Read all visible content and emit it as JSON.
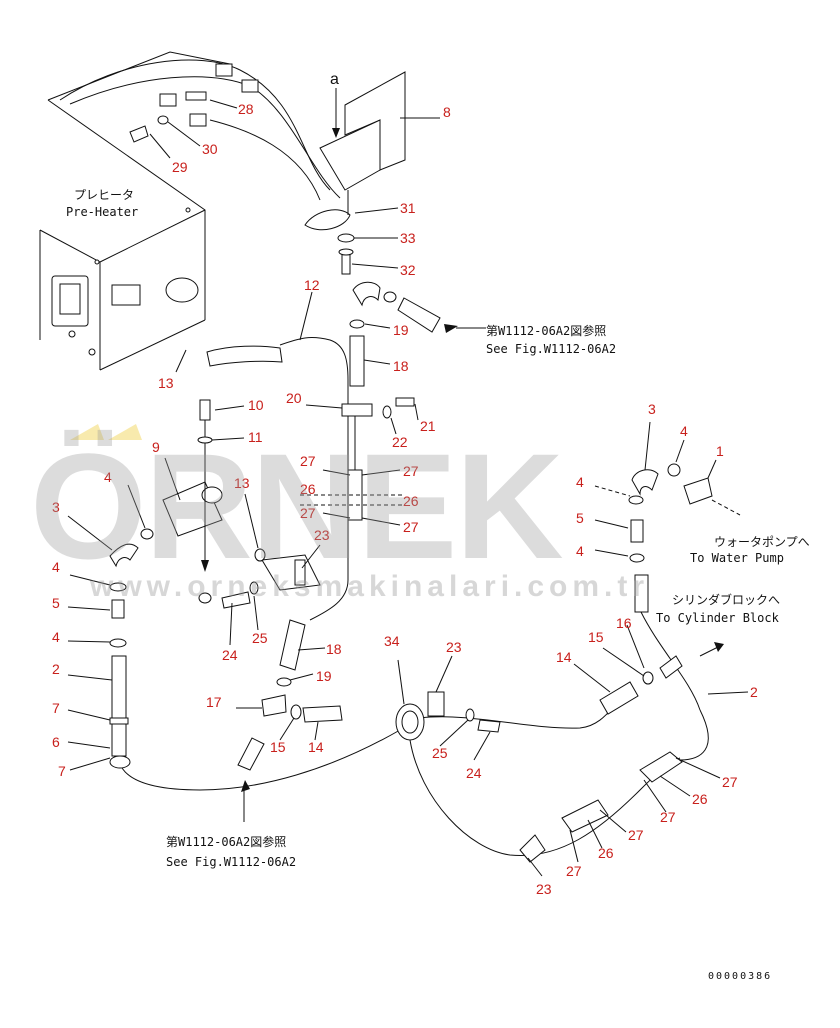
{
  "watermark": {
    "brand": "ÖRNEK",
    "url": "www.orneksmakinalari.com.tr"
  },
  "drawing_code": "00000386",
  "view_label": "a",
  "notes": {
    "preheater_jp": "プレヒータ",
    "preheater_en": "Pre-Heater",
    "see_fig_top_jp": "第W1112-06A2図参照",
    "see_fig_top_en": "See Fig.W1112-06A2",
    "see_fig_bottom_jp": "第W1112-06A2図参照",
    "see_fig_bottom_en": "See Fig.W1112-06A2",
    "water_pump_jp": "ウォータポンプへ",
    "water_pump_en": "To Water Pump",
    "cyl_block_jp": "シリンダブロックへ",
    "cyl_block_en": "To Cylinder Block"
  },
  "callouts": [
    {
      "id": "c28",
      "text": "28"
    },
    {
      "id": "c30",
      "text": "30"
    },
    {
      "id": "c29",
      "text": "29"
    },
    {
      "id": "c8",
      "text": "8"
    },
    {
      "id": "c31",
      "text": "31"
    },
    {
      "id": "c33",
      "text": "33"
    },
    {
      "id": "c32",
      "text": "32"
    },
    {
      "id": "c12",
      "text": "12"
    },
    {
      "id": "c19a",
      "text": "19"
    },
    {
      "id": "c18a",
      "text": "18"
    },
    {
      "id": "c13a",
      "text": "13"
    },
    {
      "id": "c20",
      "text": "20"
    },
    {
      "id": "c21",
      "text": "21"
    },
    {
      "id": "c22",
      "text": "22"
    },
    {
      "id": "c10",
      "text": "10"
    },
    {
      "id": "c11",
      "text": "11"
    },
    {
      "id": "c9",
      "text": "9"
    },
    {
      "id": "c3a",
      "text": "3"
    },
    {
      "id": "c4a",
      "text": "4"
    },
    {
      "id": "c1",
      "text": "1"
    },
    {
      "id": "c27a",
      "text": "27"
    },
    {
      "id": "c27b",
      "text": "27"
    },
    {
      "id": "c26a",
      "text": "26"
    },
    {
      "id": "c26b",
      "text": "26"
    },
    {
      "id": "c27c",
      "text": "27"
    },
    {
      "id": "c27d",
      "text": "27"
    },
    {
      "id": "c4b",
      "text": "4"
    },
    {
      "id": "c13b",
      "text": "13"
    },
    {
      "id": "c3b",
      "text": "3"
    },
    {
      "id": "c4c",
      "text": "4"
    },
    {
      "id": "c5a",
      "text": "5"
    },
    {
      "id": "c4d",
      "text": "4"
    },
    {
      "id": "c23a",
      "text": "23"
    },
    {
      "id": "c4e",
      "text": "4"
    },
    {
      "id": "c5b",
      "text": "5"
    },
    {
      "id": "c4f",
      "text": "4"
    },
    {
      "id": "c2a",
      "text": "2"
    },
    {
      "id": "c24a",
      "text": "24"
    },
    {
      "id": "c25a",
      "text": "25"
    },
    {
      "id": "c18b",
      "text": "18"
    },
    {
      "id": "c19b",
      "text": "19"
    },
    {
      "id": "c34",
      "text": "34"
    },
    {
      "id": "c23b",
      "text": "23"
    },
    {
      "id": "c16",
      "text": "16"
    },
    {
      "id": "c15a",
      "text": "15"
    },
    {
      "id": "c14a",
      "text": "14"
    },
    {
      "id": "c2b",
      "text": "2"
    },
    {
      "id": "c17",
      "text": "17"
    },
    {
      "id": "c15b",
      "text": "15"
    },
    {
      "id": "c14b",
      "text": "14"
    },
    {
      "id": "c25b",
      "text": "25"
    },
    {
      "id": "c24b",
      "text": "24"
    },
    {
      "id": "c7a",
      "text": "7"
    },
    {
      "id": "c6",
      "text": "6"
    },
    {
      "id": "c7b",
      "text": "7"
    },
    {
      "id": "c27e",
      "text": "27"
    },
    {
      "id": "c26c",
      "text": "26"
    },
    {
      "id": "c27f",
      "text": "27"
    },
    {
      "id": "c27g",
      "text": "27"
    },
    {
      "id": "c26d",
      "text": "26"
    },
    {
      "id": "c27h",
      "text": "27"
    },
    {
      "id": "c23c",
      "text": "23"
    }
  ]
}
